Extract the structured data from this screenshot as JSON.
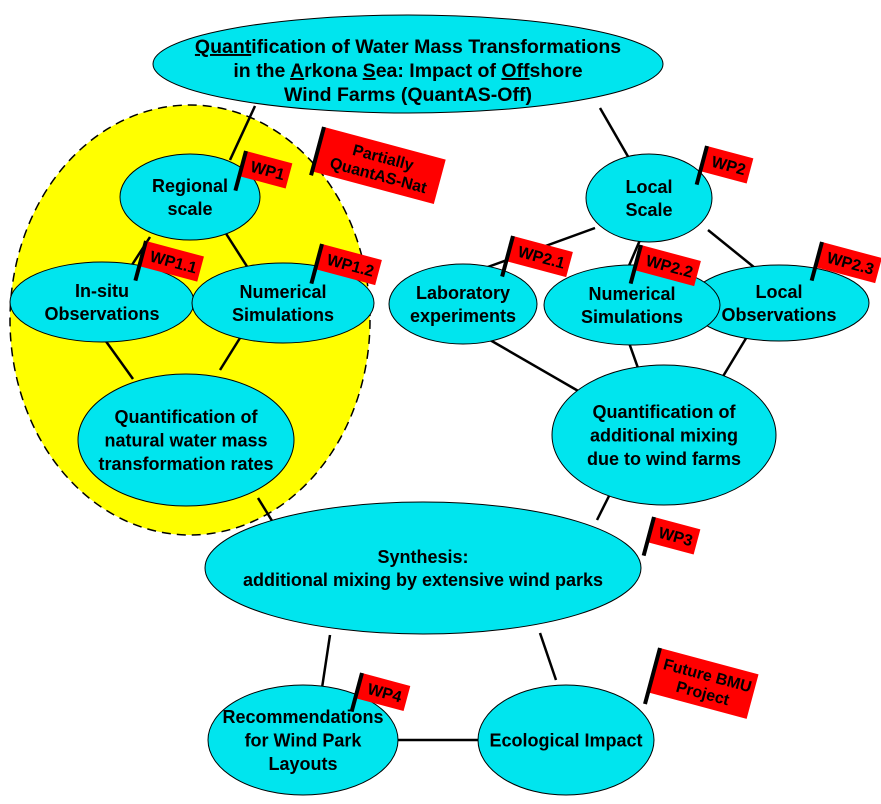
{
  "colors": {
    "node_fill": "#00e5ee",
    "region_fill": "#ffff00",
    "flag_fill": "#ff0000",
    "line": "#000000"
  },
  "title_node": {
    "line1": {
      "part1_underlined": "Quant",
      "part2": "ification of Water Mass Transformations"
    },
    "line2": {
      "p1": "in the ",
      "p2_underlined": "A",
      "p3": "rkona ",
      "p4_underlined": "S",
      "p5": "ea: Impact of ",
      "p6_underlined": "Off",
      "p7": "shore"
    },
    "line3": "Wind Farms (QuantAS-Off)"
  },
  "nodes": {
    "regional": [
      "Regional",
      "scale"
    ],
    "insitu": [
      "In-situ",
      "Observations"
    ],
    "numerical1": [
      "Numerical",
      "Simulations"
    ],
    "quant_natural": [
      "Quantification of",
      "natural water mass",
      "transformation rates"
    ],
    "local": [
      "Local",
      "Scale"
    ],
    "laboratory": [
      "Laboratory",
      "experiments"
    ],
    "numerical2": [
      "Numerical",
      "Simulations"
    ],
    "local_obs": [
      "Local",
      "Observations"
    ],
    "quant_additional": [
      "Quantification of",
      "additional mixing",
      "due to wind farms"
    ],
    "synthesis": [
      "Synthesis:",
      "additional mixing by extensive wind parks"
    ],
    "recommendations": [
      "Recommendations",
      "for Wind Park",
      "Layouts"
    ],
    "ecological": [
      "Ecological Impact"
    ]
  },
  "flags": {
    "wp1": [
      "WP1"
    ],
    "wp11": [
      "WP1.1"
    ],
    "wp12": [
      "WP1.2"
    ],
    "partially": [
      "Partially",
      "QuantAS-Nat"
    ],
    "wp2": [
      "WP2"
    ],
    "wp21": [
      "WP2.1"
    ],
    "wp22": [
      "WP2.2"
    ],
    "wp23": [
      "WP2.3"
    ],
    "wp3": [
      "WP3"
    ],
    "wp4": [
      "WP4"
    ],
    "future": [
      "Future BMU",
      "Project"
    ]
  }
}
